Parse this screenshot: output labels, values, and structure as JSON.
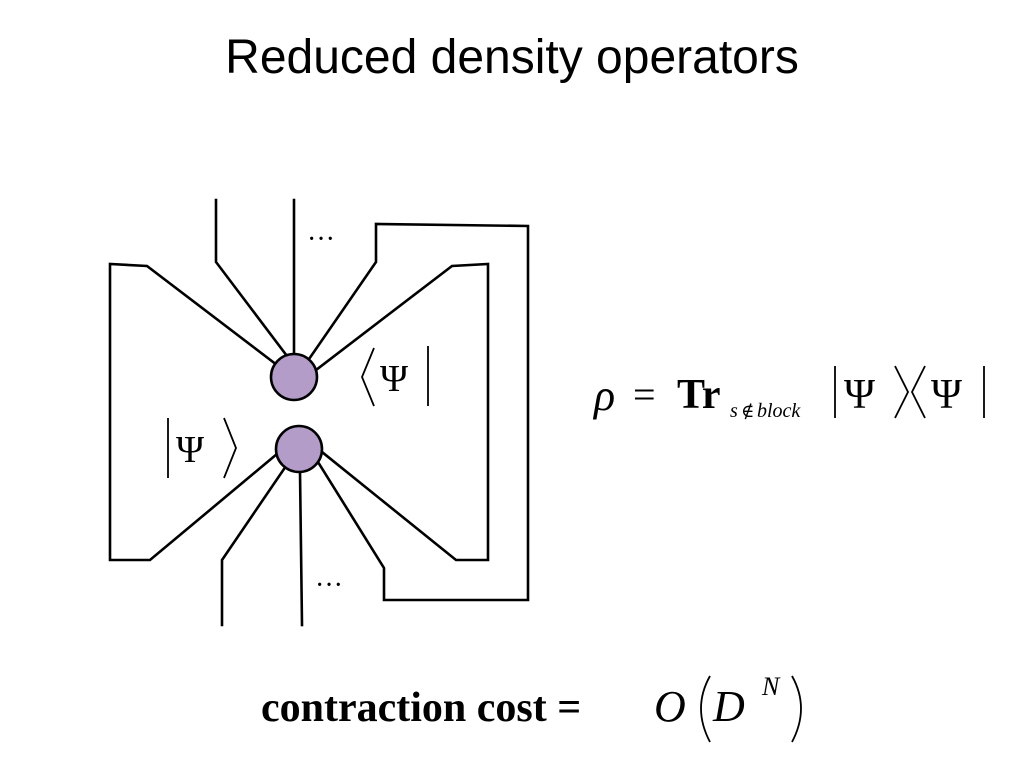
{
  "slide": {
    "title": "Reduced density operators"
  },
  "diagram": {
    "bra_label": "Ψ",
    "ket_label": "Ψ",
    "ellipsis": "···",
    "node_color": "#b39cc8"
  },
  "formula": {
    "rho": "ρ",
    "equals": "=",
    "trace": "Tr",
    "subscript_s": "s",
    "subscript_notin": "∉",
    "subscript_block": "block",
    "psi": "Ψ"
  },
  "cost": {
    "label": "contraction cost =",
    "big_o": "O",
    "base": "D",
    "exponent": "N"
  }
}
